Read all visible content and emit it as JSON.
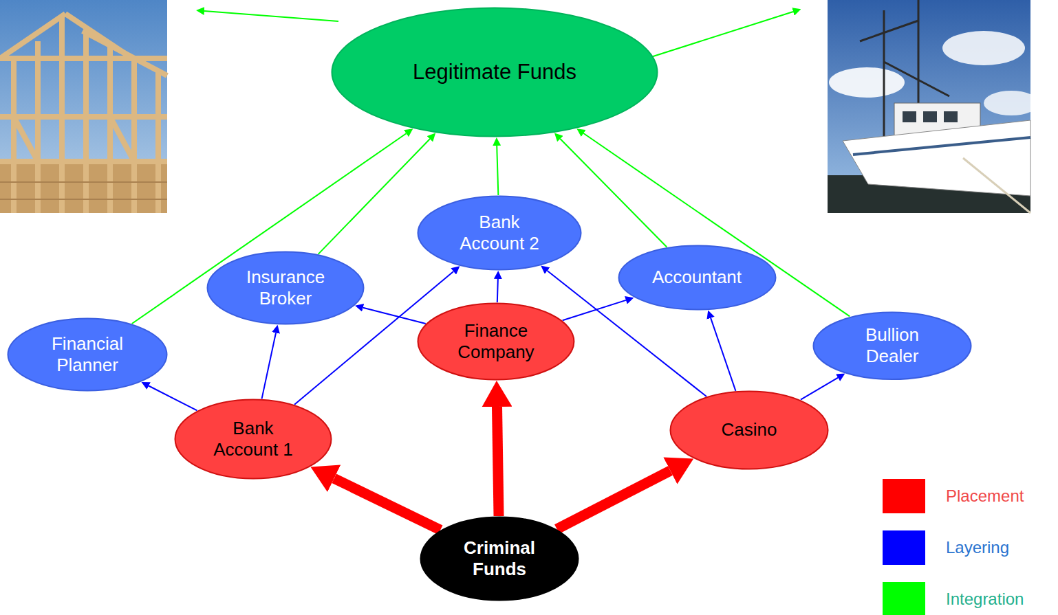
{
  "diagram": {
    "nodes": [
      {
        "text": [
          "Legitimate Funds"
        ]
      },
      {
        "text": [
          "Bank Account 2"
        ]
      },
      {
        "text": [
          "Insurance Broker"
        ]
      },
      {
        "text": [
          "Accountant"
        ]
      },
      {
        "text": [
          "Financial Planner"
        ]
      },
      {
        "text": [
          "Finance Company"
        ]
      },
      {
        "text": [
          "Bullion Dealer"
        ]
      },
      {
        "text": [
          "Bank Account 1"
        ]
      },
      {
        "text": [
          "Casino"
        ]
      },
      {
        "text": [
          "Criminal Funds"
        ]
      }
    ],
    "edges": [
      {
        "from": 9,
        "to": 7,
        "arrow": "to"
      },
      {
        "from": 9,
        "to": 5,
        "arrow": "to"
      },
      {
        "from": 9,
        "to": 8,
        "arrow": "to"
      },
      {
        "from": 7,
        "to": 4,
        "arrow": "to"
      },
      {
        "from": 7,
        "to": 2,
        "arrow": "to"
      },
      {
        "from": 7,
        "to": 1,
        "arrow": "to"
      },
      {
        "from": 5,
        "to": 2,
        "arrow": "to"
      },
      {
        "from": 5,
        "to": 1,
        "arrow": "to"
      },
      {
        "from": 5,
        "to": 3,
        "arrow": "to"
      },
      {
        "from": 8,
        "to": 1,
        "arrow": "to"
      },
      {
        "from": 8,
        "to": 3,
        "arrow": "to"
      },
      {
        "from": 8,
        "to": 6,
        "arrow": "to"
      },
      {
        "from": 4,
        "to": 0,
        "arrow": "to"
      },
      {
        "from": 2,
        "to": 0,
        "arrow": "to"
      },
      {
        "from": 1,
        "to": 0,
        "arrow": "to"
      },
      {
        "from": 3,
        "to": 0,
        "arrow": "to"
      },
      {
        "from": 6,
        "to": 0,
        "arrow": "to"
      }
    ],
    "legend": [
      {
        "text": "Placement",
        "color": "#ff0000"
      },
      {
        "text": "Layering",
        "color": "#0000ff"
      },
      {
        "text": "Integration",
        "color": "#00ff00"
      }
    ]
  }
}
